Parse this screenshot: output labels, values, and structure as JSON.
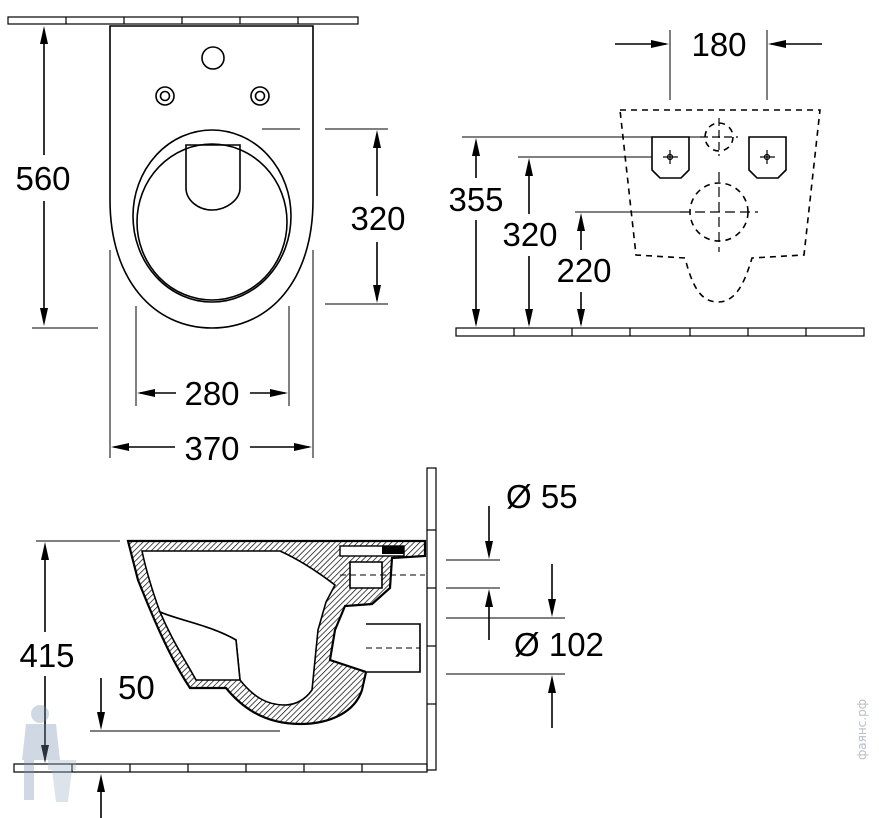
{
  "dimensions": {
    "top_view": {
      "total_length": "560",
      "seat_length": "320",
      "inner_width": "280",
      "outer_width": "370"
    },
    "wall_view": {
      "fixing_spacing": "180",
      "height_355": "355",
      "height_320": "320",
      "height_220": "220"
    },
    "side_view": {
      "inlet_diameter": "Ø 55",
      "outlet_diameter": "Ø 102",
      "rim_height": "415",
      "floor_offset": "50"
    }
  },
  "watermark": "фаянс.рф",
  "colors": {
    "line": "#000000",
    "background": "#ffffff",
    "watermark": "#b9c0c8"
  }
}
